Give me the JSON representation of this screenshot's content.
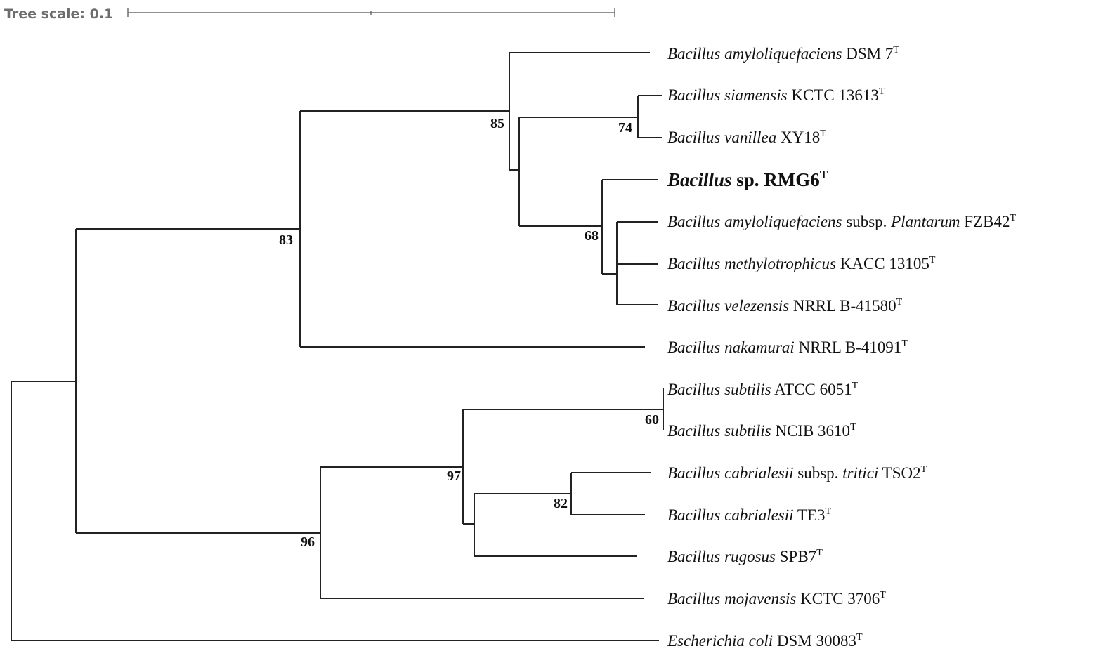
{
  "tree_scale": {
    "label": "Tree scale: 0.1"
  },
  "support_values": {
    "n83": "83",
    "n85": "85",
    "n74": "74",
    "n68": "68",
    "n96": "96",
    "n97": "97",
    "n60": "60",
    "n82": "82"
  },
  "leaves": [
    {
      "genus": "Bacillus",
      "species": "amyloliquefaciens",
      "strain": "DSM 7",
      "type_strain_mark": "T"
    },
    {
      "genus": "Bacillus",
      "species": "siamensis",
      "strain": "KCTC 13613",
      "type_strain_mark": "T"
    },
    {
      "genus": "Bacillus",
      "species": "vanillea",
      "strain": "XY18",
      "type_strain_mark": "T"
    },
    {
      "genus": "Bacillus",
      "species": "",
      "strain": "sp. RMG6",
      "type_strain_mark": "T",
      "highlight": true
    },
    {
      "genus": "Bacillus",
      "species": "amyloliquefaciens",
      "subsp_word": "subsp.",
      "subspecies": "Plantarum",
      "strain": "FZB42",
      "type_strain_mark": "T"
    },
    {
      "genus": "Bacillus",
      "species": "methylotrophicus",
      "strain": "KACC 13105",
      "type_strain_mark": "T"
    },
    {
      "genus": "Bacillus",
      "species": "velezensis",
      "strain": "NRRL B-41580",
      "type_strain_mark": "T"
    },
    {
      "genus": "Bacillus",
      "species": "nakamurai",
      "strain": "NRRL B-41091",
      "type_strain_mark": "T"
    },
    {
      "genus": "Bacillus",
      "species": "subtilis",
      "strain": "ATCC 6051",
      "type_strain_mark": "T"
    },
    {
      "genus": "Bacillus",
      "species": "subtilis",
      "strain": "NCIB 3610",
      "type_strain_mark": "T"
    },
    {
      "genus": "Bacillus",
      "species": "cabrialesii",
      "subsp_word": "subsp.",
      "subspecies": "tritici",
      "strain": "TSO2",
      "type_strain_mark": "T"
    },
    {
      "genus": "Bacillus",
      "species": "cabrialesii",
      "strain": "TE3",
      "type_strain_mark": "T"
    },
    {
      "genus": "Bacillus",
      "species": "rugosus",
      "strain": "SPB7",
      "type_strain_mark": "T"
    },
    {
      "genus": "Bacillus",
      "species": "mojavensis",
      "strain": "KCTC 3706",
      "type_strain_mark": "T"
    },
    {
      "genus": "Escherichia",
      "species": "coli",
      "strain": "DSM 30083",
      "type_strain_mark": "T"
    }
  ]
}
